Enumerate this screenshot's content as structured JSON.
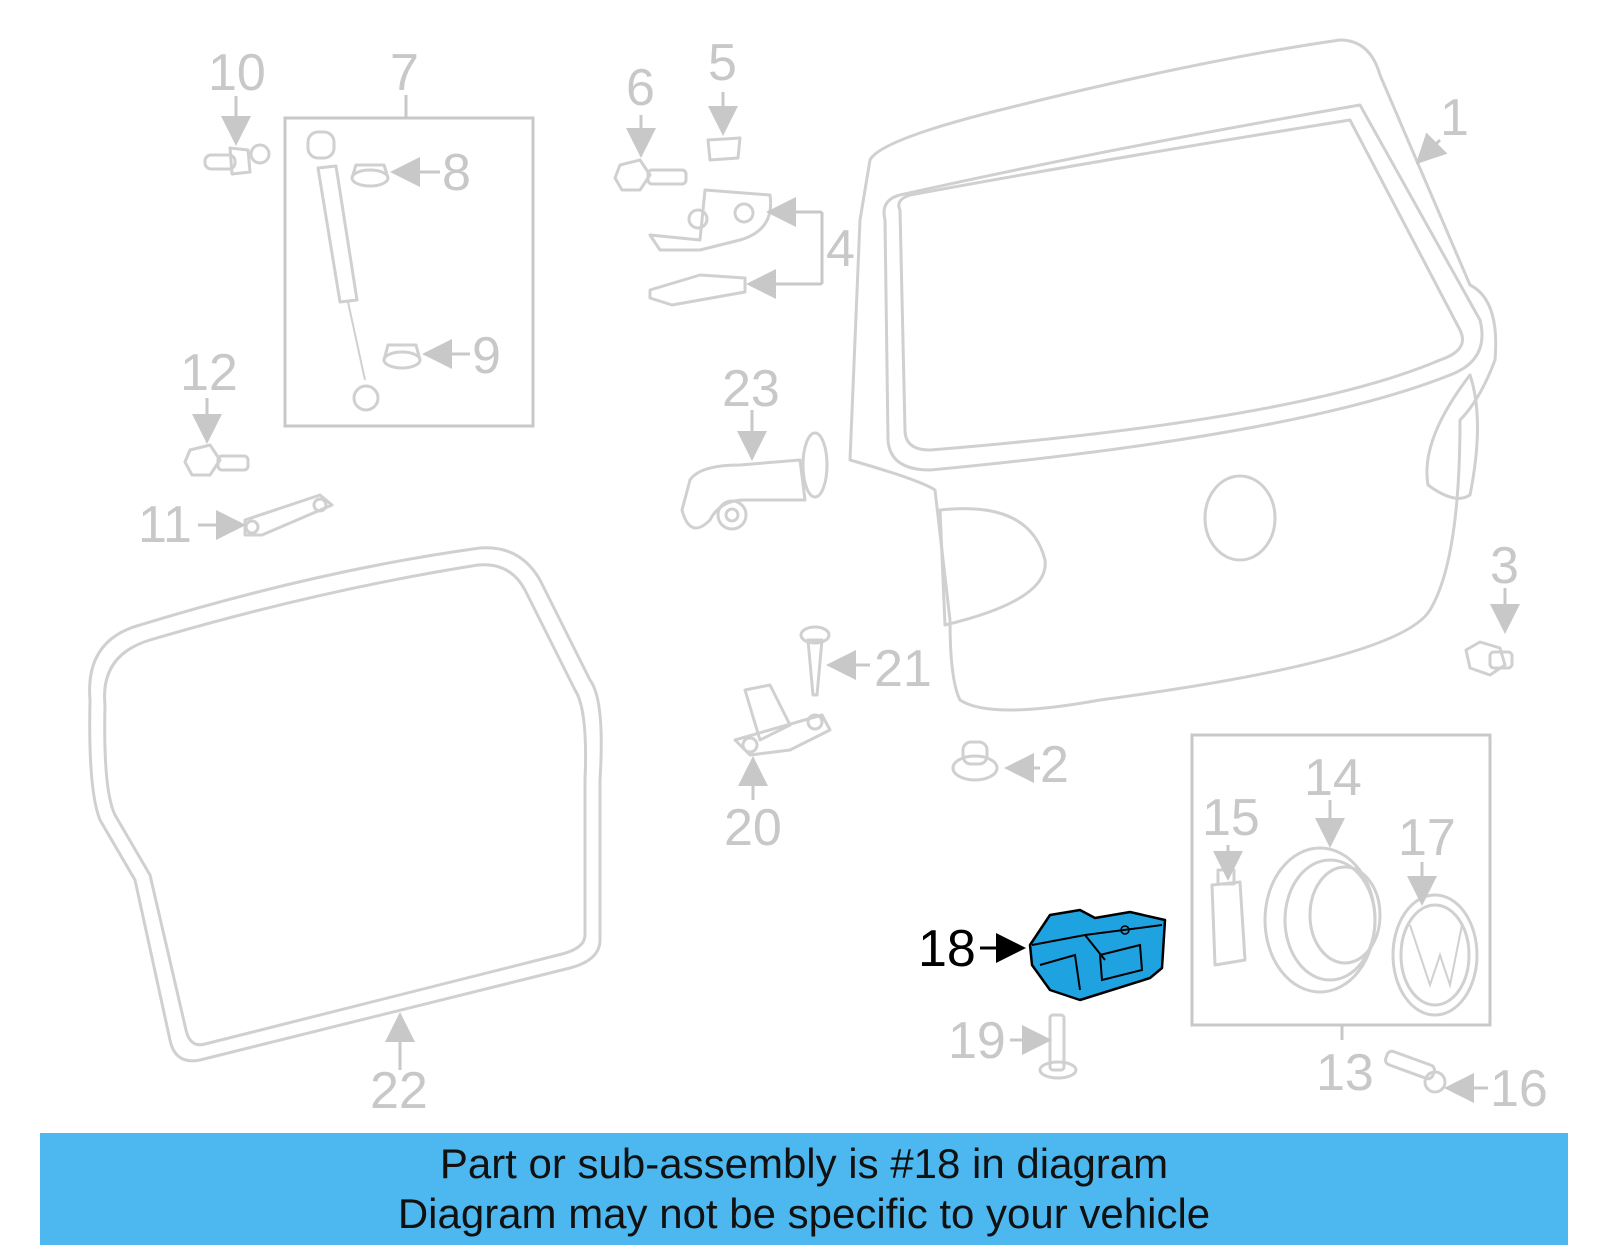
{
  "diagram": {
    "callouts": [
      "1",
      "2",
      "3",
      "4",
      "5",
      "6",
      "7",
      "8",
      "9",
      "10",
      "11",
      "12",
      "13",
      "14",
      "15",
      "16",
      "17",
      "18",
      "19",
      "20",
      "21",
      "22",
      "23"
    ],
    "highlighted_callout": "18",
    "highlight_color": "#1fa3e0",
    "background_part_color": "#d0d0d0"
  },
  "banner": {
    "line1": "Part or sub-assembly is #18 in diagram",
    "line2": "Diagram may not be specific to your vehicle",
    "color": "#4db8f0"
  }
}
